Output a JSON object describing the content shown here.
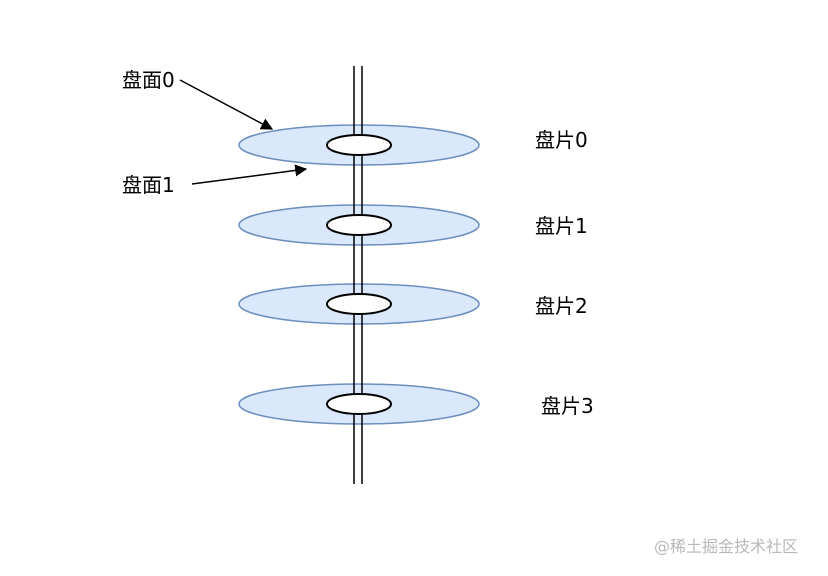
{
  "diagram": {
    "platter_fill": "#dae8fc",
    "platter_stroke": "#6c8ebf",
    "line_color": "#000000",
    "surface_labels": [
      "盘面0",
      "盘面1"
    ],
    "platter_labels": [
      "盘片0",
      "盘片1",
      "盘片2",
      "盘片3"
    ]
  },
  "watermark": {
    "text": "@稀土掘金技术社区"
  }
}
